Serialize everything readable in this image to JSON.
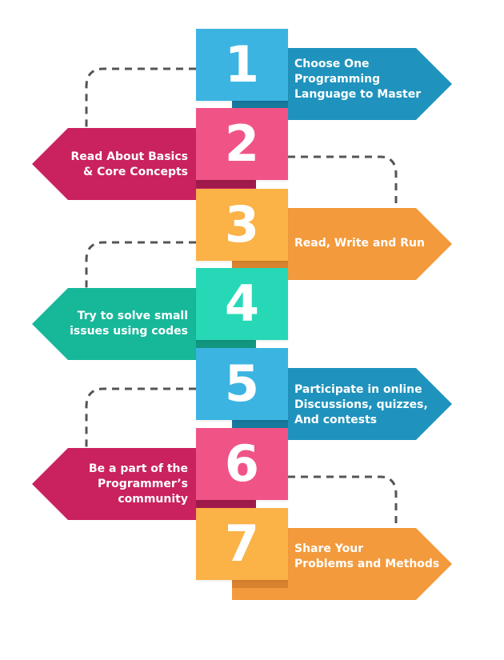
{
  "colors": {
    "blue": "#3bb4e2",
    "blue_dark": "#1f93bd",
    "pink": "#f05487",
    "pink_dark": "#c9225f",
    "orange": "#fbb247",
    "orange_dark": "#f39a3d",
    "teal": "#27d8b6",
    "teal_dark": "#17b79a",
    "connector": "#555555"
  },
  "steps": [
    {
      "number": "1",
      "text": "Choose One\nProgramming\nLanguage to Master",
      "side": "right",
      "color": "blue"
    },
    {
      "number": "2",
      "text": "Read About Basics\n& Core Concepts",
      "side": "left",
      "color": "pink"
    },
    {
      "number": "3",
      "text": "Read, Write and Run",
      "side": "right",
      "color": "orange"
    },
    {
      "number": "4",
      "text": "Try to solve small\nissues using codes",
      "side": "left",
      "color": "teal"
    },
    {
      "number": "5",
      "text": "Participate in online\nDiscussions, quizzes,\nAnd contests",
      "side": "right",
      "color": "blue"
    },
    {
      "number": "6",
      "text": "Be a part of the\nProgrammer’s\ncommunity",
      "side": "left",
      "color": "pink"
    },
    {
      "number": "7",
      "text": "Share Your\nProblems and Methods",
      "side": "right",
      "color": "orange"
    }
  ]
}
